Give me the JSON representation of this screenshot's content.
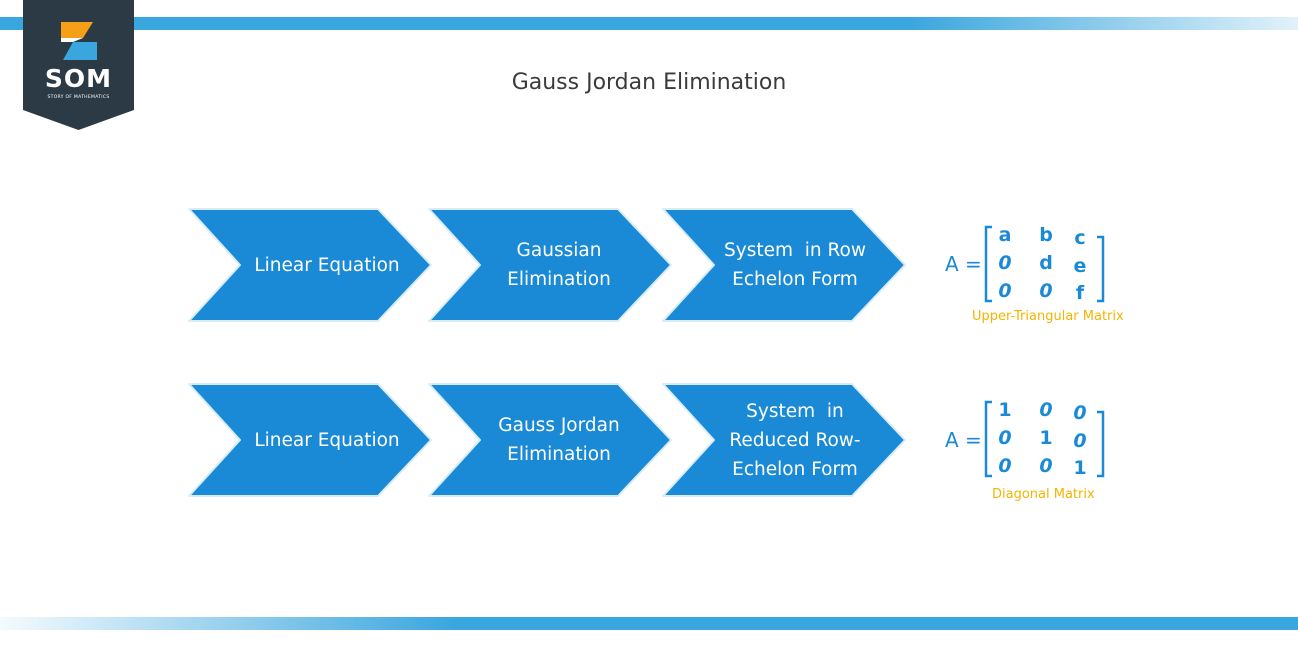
{
  "brand": {
    "logo_text": "SOM",
    "logo_subtext": "STORY OF MATHEMATICS",
    "colors": {
      "navy": "#2b3a45",
      "orange": "#f6a01a",
      "blue": "#3aa6de"
    }
  },
  "title": "Gauss Jordan Elimination",
  "colors": {
    "chevron_fill": "#1a8ad6",
    "chevron_stroke": "#d8ecf8",
    "matrix_text": "#1a8ad6",
    "matrix_caption": "#f4b400"
  },
  "rows": [
    {
      "steps": [
        {
          "lines": [
            "Linear Equation"
          ]
        },
        {
          "lines": [
            "Gaussian",
            "Elimination"
          ]
        },
        {
          "lines": [
            "System  in Row",
            "Echelon Form"
          ]
        }
      ],
      "matrix": {
        "lhs": "A =",
        "cells": [
          [
            "a",
            "b",
            "c"
          ],
          [
            "0",
            "d",
            "e"
          ],
          [
            "0",
            "0",
            "f"
          ]
        ],
        "caption": "Upper-Triangular Matrix"
      }
    },
    {
      "steps": [
        {
          "lines": [
            "Linear Equation"
          ]
        },
        {
          "lines": [
            "Gauss Jordan",
            "Elimination"
          ]
        },
        {
          "lines": [
            "System  in",
            "Reduced Row-",
            "Echelon Form"
          ]
        }
      ],
      "matrix": {
        "lhs": "A =",
        "cells": [
          [
            "1",
            "0",
            "0"
          ],
          [
            "0",
            "1",
            "0"
          ],
          [
            "0",
            "0",
            "1"
          ]
        ],
        "caption": "Diagonal Matrix"
      }
    }
  ]
}
